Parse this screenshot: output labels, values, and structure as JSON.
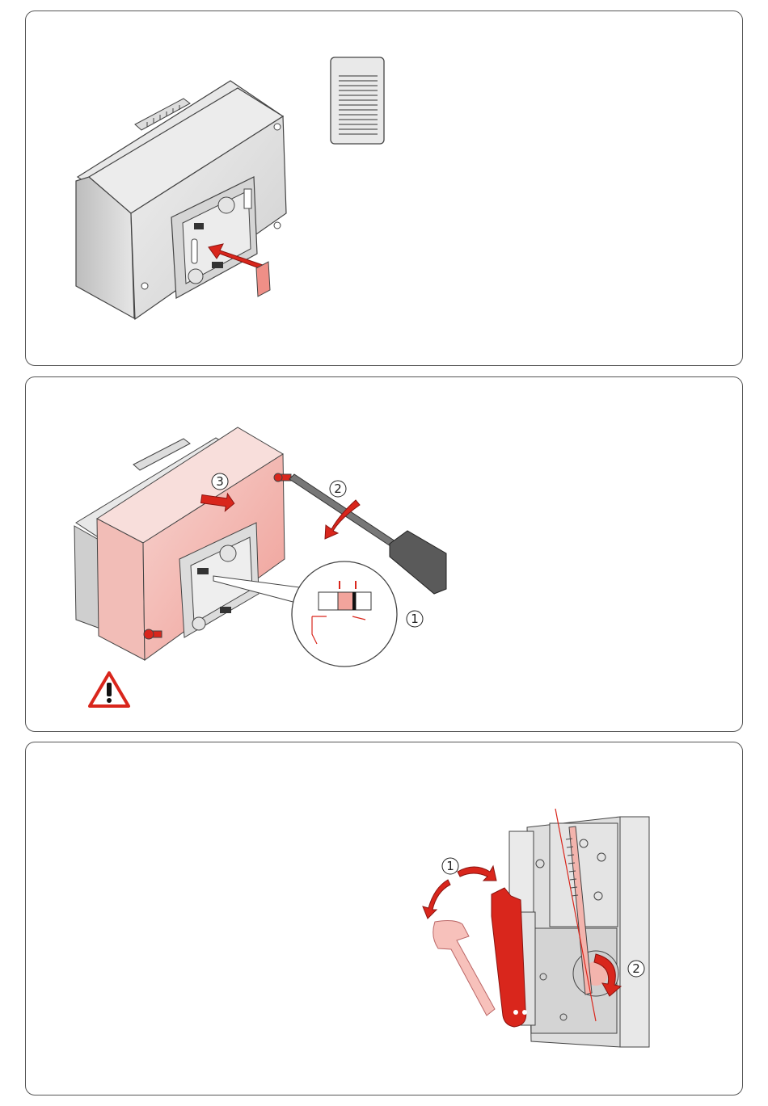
{
  "panels": [
    {
      "id": "panel-1",
      "description_label": ""
    },
    {
      "id": "panel-2",
      "step_labels": [
        "3",
        "2",
        "1"
      ]
    },
    {
      "id": "panel-3",
      "step_labels": [
        "1",
        "2"
      ]
    }
  ],
  "colors": {
    "accent_red": "#d9261c",
    "light_red": "#f3b4ad",
    "device_grey": "#d8d8d8",
    "outline": "#444444"
  },
  "icons": [
    "label-sticker-icon",
    "insert-arrow-icon",
    "screwdriver-icon",
    "rotate-arrow-icon",
    "warning-triangle-icon",
    "lever-icon"
  ]
}
